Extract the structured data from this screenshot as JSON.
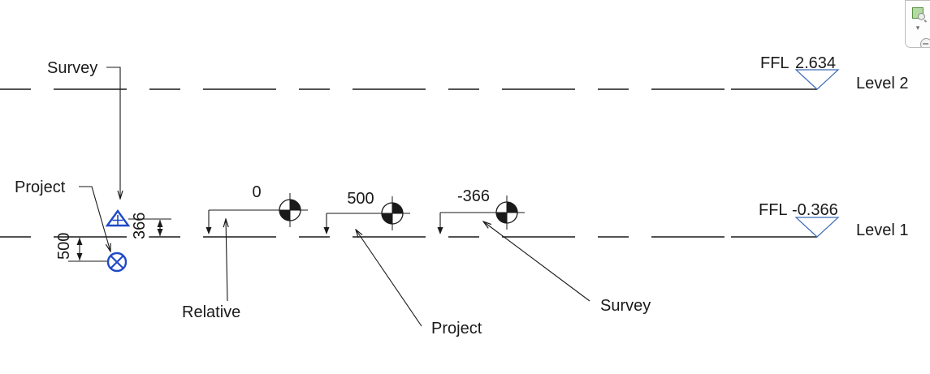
{
  "levels": [
    {
      "name": "Level 2",
      "ffl_prefix": "FFL",
      "elevation": "2.634"
    },
    {
      "name": "Level 1",
      "ffl_prefix": "FFL",
      "elevation": "-0.366"
    }
  ],
  "spots": [
    {
      "value": "0"
    },
    {
      "value": "500"
    },
    {
      "value": "-366"
    }
  ],
  "dims": {
    "survey_offset": "366",
    "project_offset": "500"
  },
  "callouts": {
    "survey_point": "Survey",
    "project_base_point": "Project",
    "relative": "Relative",
    "project": "Project",
    "survey": "Survey"
  },
  "colors": {
    "annotation_blue": "#1e49c8",
    "level_head_blue": "#3f6cb8",
    "line_black": "#1a1a1a",
    "nav_green_fill": "#b5d9a3",
    "nav_green_border": "#55913e"
  },
  "icons": {
    "nav_zoom": "zoom-region-icon",
    "nav_dropdown": "chevron-down-icon",
    "nav_wheel": "navigation-wheel-icon"
  },
  "nav_bar": {
    "dropdown_glyph": "▾"
  }
}
